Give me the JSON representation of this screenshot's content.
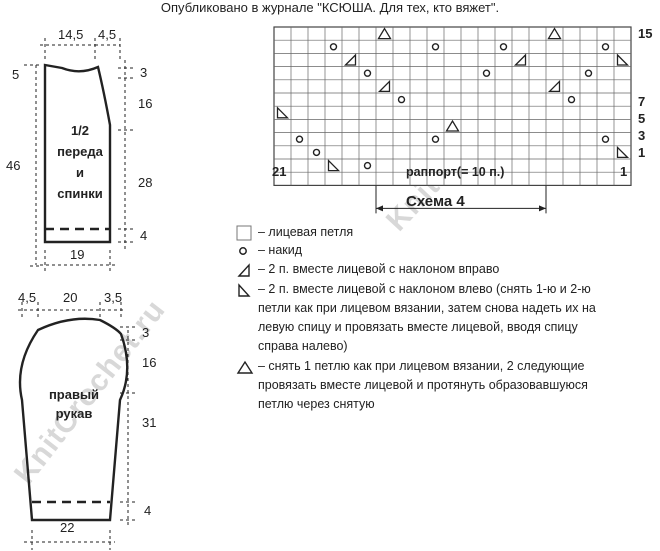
{
  "header": "Опубликовано в журнале \"КСЮША. Для тех, кто вяжет\".",
  "watermark": "KnitCrochet.ru",
  "body_piece": {
    "label_lines": [
      "1/2",
      "переда",
      "и",
      "спинки"
    ],
    "top_widths": [
      "14,5",
      "4,5"
    ],
    "bottom_width": "19",
    "left_heights": [
      "5",
      "46"
    ],
    "right_heights": [
      "3",
      "16",
      "28",
      "4"
    ]
  },
  "sleeve": {
    "label_lines": [
      "правый",
      "рукав"
    ],
    "top_widths": [
      "4,5",
      "20",
      "3,5"
    ],
    "bottom_width": "22",
    "right_heights": [
      "3",
      "16",
      "31",
      "4"
    ]
  },
  "chart": {
    "title": "Схема 4",
    "columns": 21,
    "rows_shown": 12,
    "row_numbers": [
      "15",
      "7",
      "5",
      "3",
      "1"
    ],
    "left_label": "21",
    "right_label": "1",
    "repeat_label": "раппорт(= 10 п.)",
    "grid": [
      [
        "",
        "",
        "",
        "",
        "",
        "",
        "sk2p",
        "",
        "",
        "",
        "",
        "",
        "",
        "",
        "",
        "",
        "sk2p",
        "",
        "",
        "",
        ""
      ],
      [
        "",
        "",
        "",
        "yo",
        "",
        "",
        "",
        "",
        "",
        "yo",
        "",
        "",
        "",
        "yo",
        "",
        "",
        "",
        "",
        "",
        "yo",
        ""
      ],
      [
        "",
        "",
        "",
        "",
        "k2tog",
        "",
        "",
        "",
        "",
        "",
        "",
        "",
        "",
        "",
        "k2tog",
        "",
        "",
        "",
        "",
        "",
        "ssk"
      ],
      [
        "",
        "",
        "",
        "",
        "",
        "yo",
        "",
        "",
        "",
        "",
        "",
        "",
        "yo",
        "",
        "",
        "",
        "",
        "",
        "yo",
        "",
        ""
      ],
      [
        "",
        "",
        "",
        "",
        "",
        "",
        "k2tog",
        "",
        "",
        "",
        "",
        "",
        "",
        "",
        "",
        "",
        "k2tog",
        "",
        "",
        "",
        ""
      ],
      [
        "",
        "",
        "",
        "",
        "",
        "",
        "",
        "yo",
        "",
        "",
        "",
        "",
        "",
        "",
        "",
        "",
        "",
        "yo",
        "",
        "",
        ""
      ],
      [
        "ssk",
        "",
        "",
        "",
        "",
        "",
        "",
        "",
        "",
        "",
        "",
        "",
        "",
        "",
        "",
        "",
        "",
        "",
        "",
        "",
        ""
      ],
      [
        "",
        "",
        "",
        "",
        "",
        "",
        "",
        "",
        "",
        "",
        "sk2p",
        "",
        "",
        "",
        "",
        "",
        "",
        "",
        "",
        "",
        ""
      ],
      [
        "",
        "yo",
        "",
        "",
        "",
        "",
        "",
        "",
        "",
        "yo",
        "",
        "",
        "",
        "",
        "",
        "",
        "",
        "",
        "",
        "yo",
        ""
      ],
      [
        "",
        "",
        "yo",
        "",
        "",
        "",
        "",
        "",
        "",
        "",
        "",
        "",
        "",
        "",
        "",
        "",
        "",
        "",
        "",
        "",
        "ssk"
      ],
      [
        "",
        "",
        "",
        "ssk",
        "",
        "yo",
        "",
        "",
        "",
        "",
        "",
        "",
        "",
        "",
        "",
        "",
        "",
        "",
        "",
        "",
        ""
      ],
      [
        "",
        "",
        "",
        "",
        "",
        "",
        "",
        "",
        "",
        "",
        "",
        "",
        "",
        "",
        "",
        "",
        "",
        "",
        "",
        "",
        ""
      ]
    ]
  },
  "legend": [
    {
      "symbol": "blank",
      "lines": [
        "– лицевая петля"
      ]
    },
    {
      "symbol": "yo",
      "lines": [
        "– накид"
      ]
    },
    {
      "symbol": "k2tog",
      "lines": [
        "– 2 п. вместе лицевой с наклоном вправо"
      ]
    },
    {
      "symbol": "ssk",
      "lines": [
        "– 2 п. вместе лицевой с наклоном влево (снять 1-ю и 2-ю",
        "петли как при лицевом вязании, затем снова надеть их на",
        "левую спицу и провязать вместе лицевой, вводя спицу",
        "справа налево)"
      ]
    },
    {
      "symbol": "sk2p",
      "lines": [
        "– снять 1 петлю как при лицевом вязании, 2 следующие",
        "провязать вместе лицевой и протянуть образовавшуюся",
        "петлю через снятую"
      ]
    }
  ],
  "colors": {
    "line": "#222222",
    "grid": "#555555",
    "watermark": "#d8d8d8"
  }
}
